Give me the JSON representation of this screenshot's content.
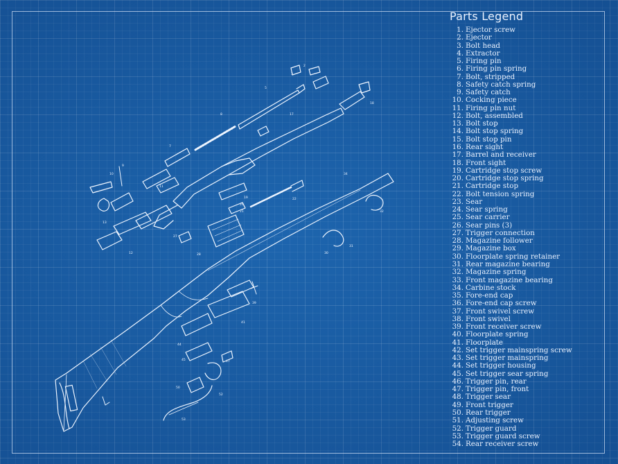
{
  "legend": {
    "title": "Parts Legend",
    "items": [
      {
        "num": "1.",
        "label": "Ejector screw"
      },
      {
        "num": "2.",
        "label": "Ejector"
      },
      {
        "num": "3.",
        "label": "Bolt head"
      },
      {
        "num": "4.",
        "label": "Extractor"
      },
      {
        "num": "5.",
        "label": "Firing pin"
      },
      {
        "num": "6.",
        "label": "Firing pin spring"
      },
      {
        "num": "7.",
        "label": "Bolt, stripped"
      },
      {
        "num": "8.",
        "label": "Safety catch spring"
      },
      {
        "num": "9.",
        "label": "Safety catch"
      },
      {
        "num": "10.",
        "label": "Cocking piece"
      },
      {
        "num": "11.",
        "label": "Firing pin nut"
      },
      {
        "num": "12.",
        "label": "Bolt, assembled"
      },
      {
        "num": "13.",
        "label": "Bolt stop"
      },
      {
        "num": "14.",
        "label": "Bolt stop spring"
      },
      {
        "num": "15.",
        "label": "Bolt stop pin"
      },
      {
        "num": "16.",
        "label": "Rear sight"
      },
      {
        "num": "17.",
        "label": "Barrel and receiver"
      },
      {
        "num": "18.",
        "label": "Front sight"
      },
      {
        "num": "19.",
        "label": "Cartridge stop screw"
      },
      {
        "num": "20.",
        "label": "Cartridge stop spring"
      },
      {
        "num": "21.",
        "label": "Cartridge stop"
      },
      {
        "num": "22.",
        "label": "Bolt tension spring"
      },
      {
        "num": "23.",
        "label": "Sear"
      },
      {
        "num": "24.",
        "label": "Sear spring"
      },
      {
        "num": "25.",
        "label": "Sear carrier"
      },
      {
        "num": "26.",
        "label": "Sear pins (3)"
      },
      {
        "num": "27.",
        "label": "Trigger connection"
      },
      {
        "num": "28.",
        "label": "Magazine follower"
      },
      {
        "num": "29.",
        "label": "Magazine box"
      },
      {
        "num": "30.",
        "label": "Floorplate spring retainer"
      },
      {
        "num": "31.",
        "label": "Rear magazine bearing"
      },
      {
        "num": "32.",
        "label": "Magazine spring"
      },
      {
        "num": "33.",
        "label": "Front magazine bearing"
      },
      {
        "num": "34.",
        "label": "Carbine stock"
      },
      {
        "num": "35.",
        "label": "Fore-end cap"
      },
      {
        "num": "36.",
        "label": "Fore-end cap screw"
      },
      {
        "num": "37.",
        "label": "Front swivel screw"
      },
      {
        "num": "38.",
        "label": "Front swivel"
      },
      {
        "num": "39.",
        "label": "Front receiver screw"
      },
      {
        "num": "40.",
        "label": "Floorplate spring"
      },
      {
        "num": "41.",
        "label": "Floorplate"
      },
      {
        "num": "42.",
        "label": "Set trigger mainspring screw"
      },
      {
        "num": "43.",
        "label": "Set trigger mainspring"
      },
      {
        "num": "44.",
        "label": "Set trigger housing"
      },
      {
        "num": "45.",
        "label": "Set trigger sear spring"
      },
      {
        "num": "46.",
        "label": "Trigger pin, rear"
      },
      {
        "num": "47.",
        "label": "Trigger pin, front"
      },
      {
        "num": "48.",
        "label": "Trigger sear"
      },
      {
        "num": "49.",
        "label": "Front trigger"
      },
      {
        "num": "50.",
        "label": "Rear trigger"
      },
      {
        "num": "51.",
        "label": "Adjusting screw"
      },
      {
        "num": "52.",
        "label": "Trigger guard"
      },
      {
        "num": "53.",
        "label": "Trigger guard screw"
      },
      {
        "num": "54.",
        "label": "Rear receiver screw"
      }
    ]
  },
  "colors": {
    "background": "#1a5fa6",
    "ink": "#eaf2ff"
  }
}
